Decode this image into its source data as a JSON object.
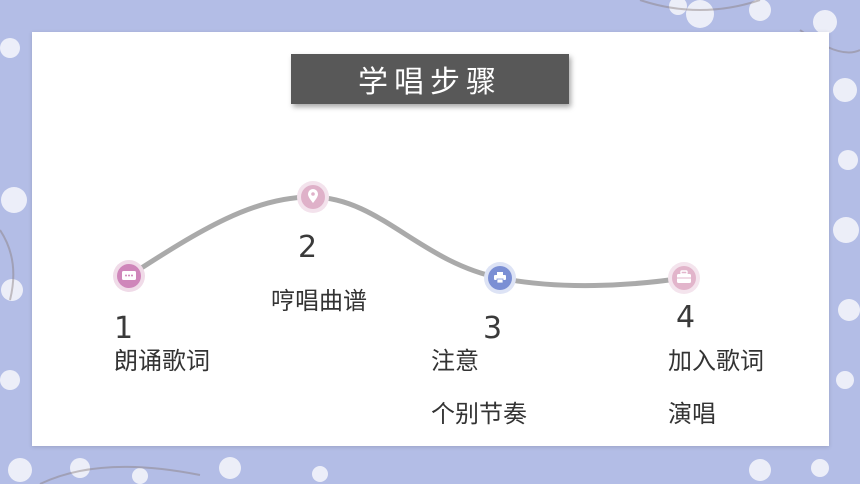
{
  "title": "学唱步骤",
  "colors": {
    "background": "#b3bde6",
    "title_bg": "#585858",
    "curve": "#aaaaaa",
    "node1": "#cf86ba",
    "node2": "#dfb1c9",
    "node3": "#7b8fd4",
    "node4": "#e2b5cb"
  },
  "steps": [
    {
      "number": "1",
      "lines": [
        "朗诵歌词"
      ],
      "icon": "chat-icon"
    },
    {
      "number": "2",
      "lines": [
        "哼唱曲谱"
      ],
      "icon": "location-pin-icon"
    },
    {
      "number": "3",
      "lines": [
        "注意",
        "个别节奏"
      ],
      "icon": "printer-icon"
    },
    {
      "number": "4",
      "lines": [
        "加入歌词",
        "演唱"
      ],
      "icon": "briefcase-icon"
    }
  ]
}
